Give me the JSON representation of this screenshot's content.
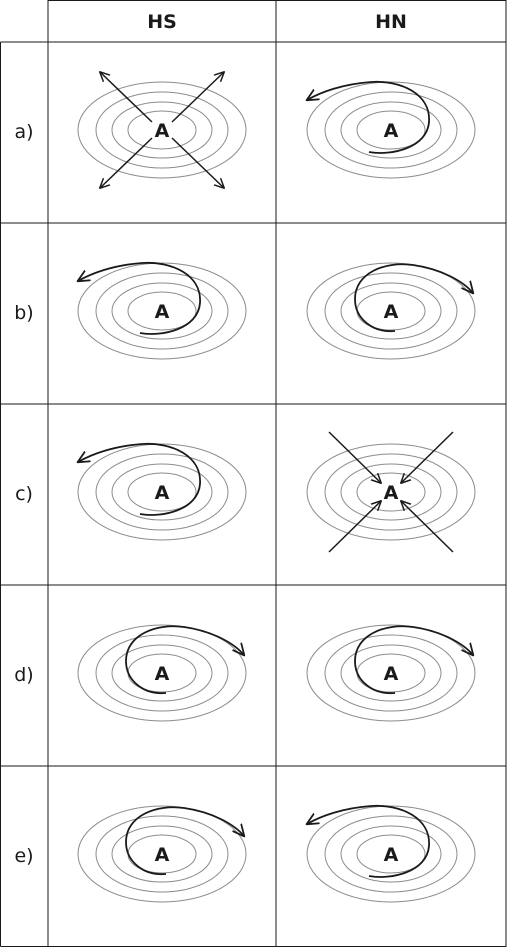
{
  "columns": [
    "HS",
    "HN"
  ],
  "rows": [
    "a)",
    "b)",
    "c)",
    "d)",
    "e)"
  ],
  "center_label": "A",
  "cells": [
    [
      "diverge",
      "spiral-left"
    ],
    [
      "spiral-left",
      "spiral-right"
    ],
    [
      "spiral-left",
      "converge"
    ],
    [
      "spiral-right",
      "spiral-right"
    ],
    [
      "spiral-right",
      "spiral-left"
    ]
  ],
  "colors": {
    "line": "#1a1a1a",
    "contour": "#8c8c8c",
    "grid": "#1a1a1a"
  }
}
